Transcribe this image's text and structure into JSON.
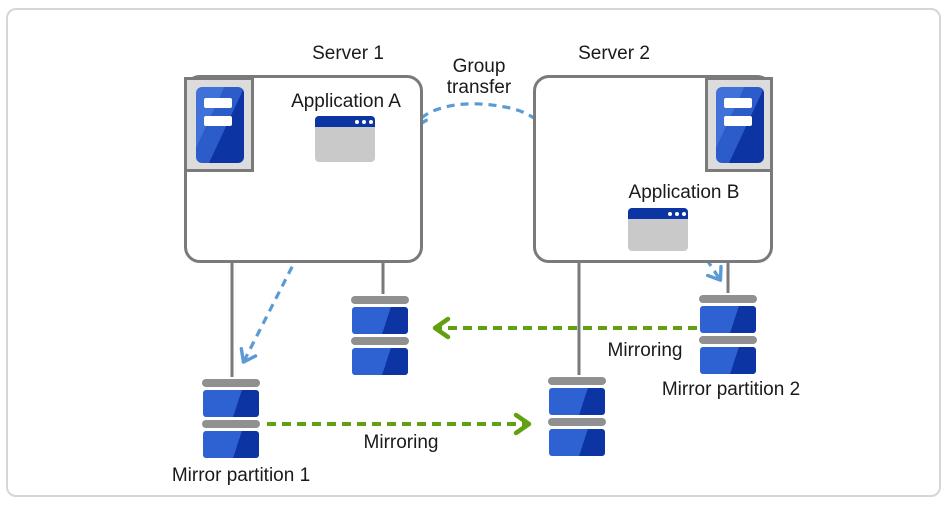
{
  "servers": [
    {
      "title": "Server 1",
      "application": "Application A"
    },
    {
      "title": "Server 2",
      "application": "Application B"
    }
  ],
  "connections": {
    "group_transfer": {
      "line1": "Group",
      "line2": "transfer",
      "direction": "server2-to-server1"
    },
    "mirroring_top": {
      "label": "Mirroring",
      "direction": "right-to-left"
    },
    "mirroring_bottom": {
      "label": "Mirroring",
      "direction": "left-to-right"
    }
  },
  "partitions": {
    "mirror1": {
      "label": "Mirror partition 1"
    },
    "mirror2": {
      "label": "Mirror partition 2"
    }
  },
  "icons": [
    "server-tower-icon",
    "app-window-icon",
    "disk-stack-icon"
  ],
  "colors": {
    "box_border_gray": "#7a7a7a",
    "icon_blue_light": "#3f71d9",
    "icon_blue_dark": "#0c34a2",
    "disk_cap_gray": "#909090",
    "window_body_gray": "#c9c9c9",
    "arrow_blue": "#5b9bd5",
    "arrow_green": "#63a011",
    "frame_gray": "#d6d6d6"
  }
}
